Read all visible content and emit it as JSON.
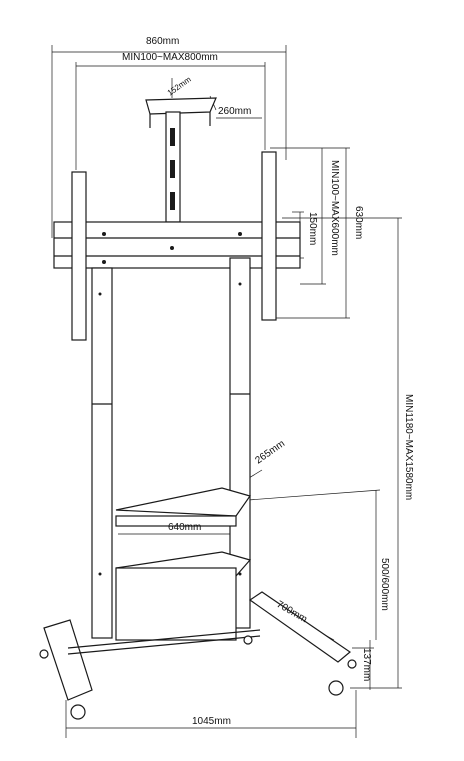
{
  "dimensions": {
    "overall_width": "860mm",
    "vesa_width": "MIN100~MAX800mm",
    "shelf_depth_top": "152mm",
    "shelf_width_top": "260mm",
    "vesa_height": "MIN100~MAX600mm",
    "bracket_height": "630mm",
    "mount_height_offset": "150mm",
    "column_height": "MIN1180~MAX1580mm",
    "middle_shelf_depth": "265mm",
    "middle_shelf_width": "640mm",
    "lower_height": "500/600mm",
    "base_depth": "700mm",
    "base_height": "137mm",
    "base_width": "1045mm"
  }
}
